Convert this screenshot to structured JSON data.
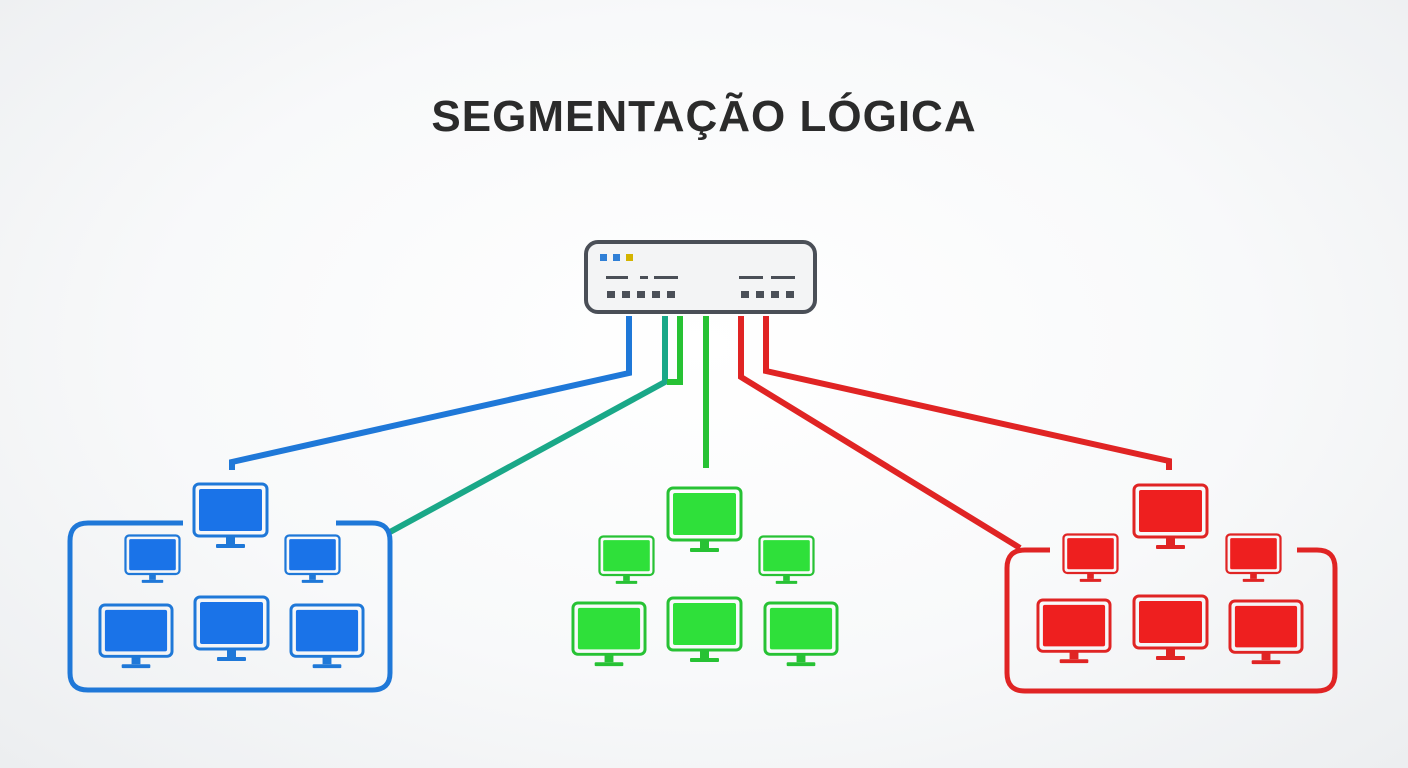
{
  "title": "SEGMENTAÇÃO LÓGICA",
  "switch": {
    "icon": "network-switch-icon",
    "led_colors": [
      "#2f7fd6",
      "#2f7fd6",
      "#d4b400"
    ]
  },
  "segments": [
    {
      "id": "blue",
      "color": "#1f78d8",
      "monitor_fill": "#1a73e8",
      "computers": 6,
      "enclosed": true
    },
    {
      "id": "green",
      "color": "#27c234",
      "monitor_fill": "#2fe03a",
      "computers": 6,
      "enclosed": false
    },
    {
      "id": "red",
      "color": "#e02424",
      "monitor_fill": "#ee1f1f",
      "computers": 6,
      "enclosed": true
    }
  ],
  "connection_colors": {
    "blue": "#1f78d8",
    "green": "#27c234",
    "teal": "#1aa888",
    "red": "#e02424"
  }
}
